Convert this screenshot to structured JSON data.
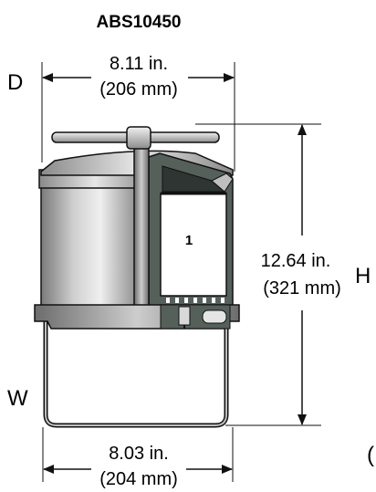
{
  "title": "ABS10450",
  "dimensions": {
    "depth": {
      "letter": "D",
      "imperial": "8.11 in.",
      "metric": "(206 mm)"
    },
    "height": {
      "letter": "H",
      "imperial": "12.64 in.",
      "metric": "(321 mm)"
    },
    "width": {
      "letter": "W",
      "imperial": "8.03 in.",
      "metric": "(204 mm)"
    }
  },
  "callout": "1",
  "edge_char": "(",
  "colors": {
    "line": "#111111",
    "metal_dark": "#6f6f6f",
    "metal_light": "#e2e2e2",
    "section": "#55605a"
  }
}
